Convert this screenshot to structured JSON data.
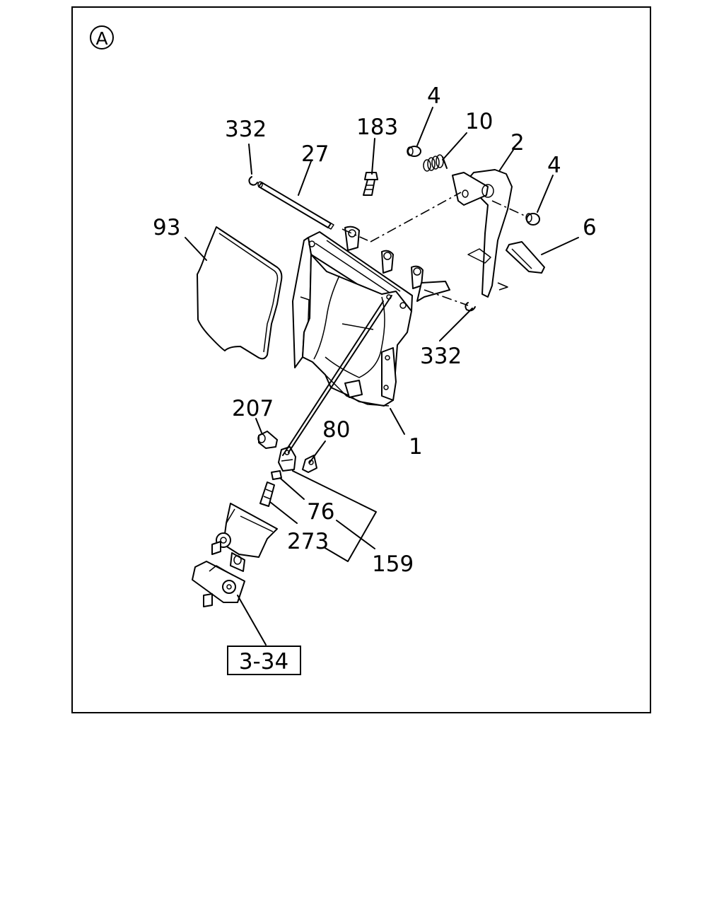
{
  "view_marker": "A",
  "callouts": {
    "c332_top": "332",
    "c27": "27",
    "c183": "183",
    "c4_top": "4",
    "c10": "10",
    "c2": "2",
    "c4_right": "4",
    "c6": "6",
    "c93": "93",
    "c332_right": "332",
    "c207": "207",
    "c80": "80",
    "c1": "1",
    "c76": "76",
    "c273": "273",
    "c159": "159"
  },
  "reference_box": "3-34"
}
